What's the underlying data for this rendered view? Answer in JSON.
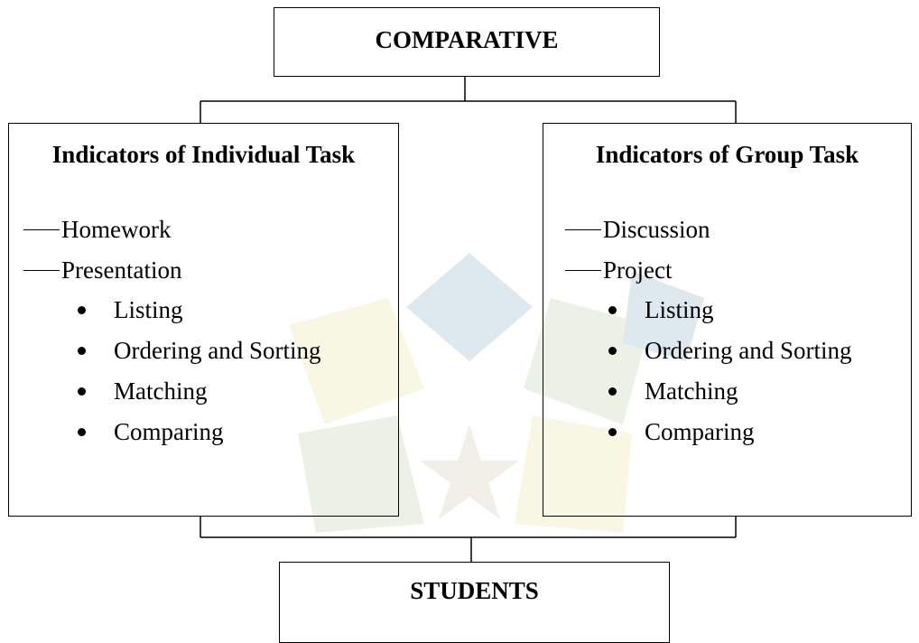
{
  "diagram": {
    "top_box": {
      "title": "COMPARATIVE"
    },
    "left_box": {
      "heading": "Indicators of Individual Task",
      "dash_items": [
        "Homework",
        "Presentation"
      ],
      "bullet_items": [
        "Listing",
        "Ordering and Sorting",
        "Matching",
        "Comparing"
      ]
    },
    "right_box": {
      "heading": "Indicators of Group Task",
      "dash_items": [
        "Discussion",
        "Project"
      ],
      "bullet_items": [
        "Listing",
        "Ordering and Sorting",
        "Matching",
        "Comparing"
      ]
    },
    "bottom_box": {
      "title": "STUDENTS"
    }
  },
  "colors": {
    "line": "#000000",
    "watermark_blue": "#6f98b8",
    "watermark_green": "#a9c98c",
    "watermark_yellow": "#e4dc8a",
    "watermark_tan": "#c9b79a"
  }
}
